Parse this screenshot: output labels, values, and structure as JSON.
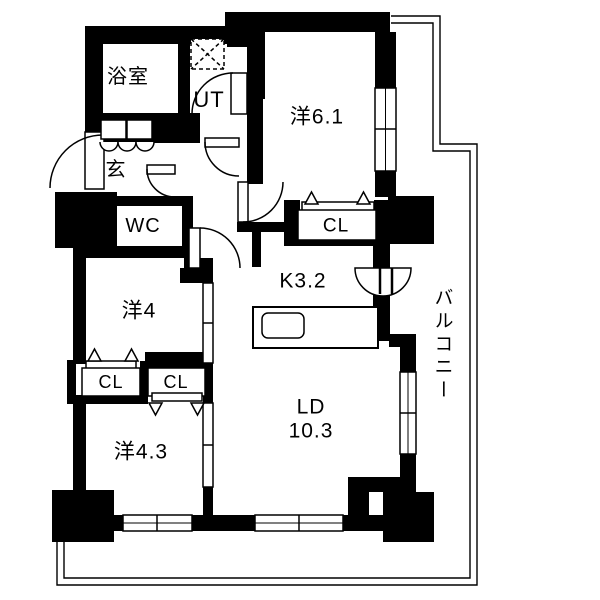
{
  "plan": {
    "type": "apartment-floor-plan",
    "wall_color": "#000000",
    "floor_color": "#ffffff"
  },
  "labels": {
    "bathroom": "浴室",
    "utility": "UT",
    "western_room_6_1": "洋6.1",
    "entrance": "玄",
    "toilet": "WC",
    "closet_main": "CL",
    "kitchen": "K3.2",
    "western_room_4": "洋4",
    "closet_left": "CL",
    "closet_right": "CL",
    "western_room_4_3": "洋4.3",
    "living_dining": "LD",
    "living_dining_size": "10.3",
    "balcony": "バルコニー"
  }
}
